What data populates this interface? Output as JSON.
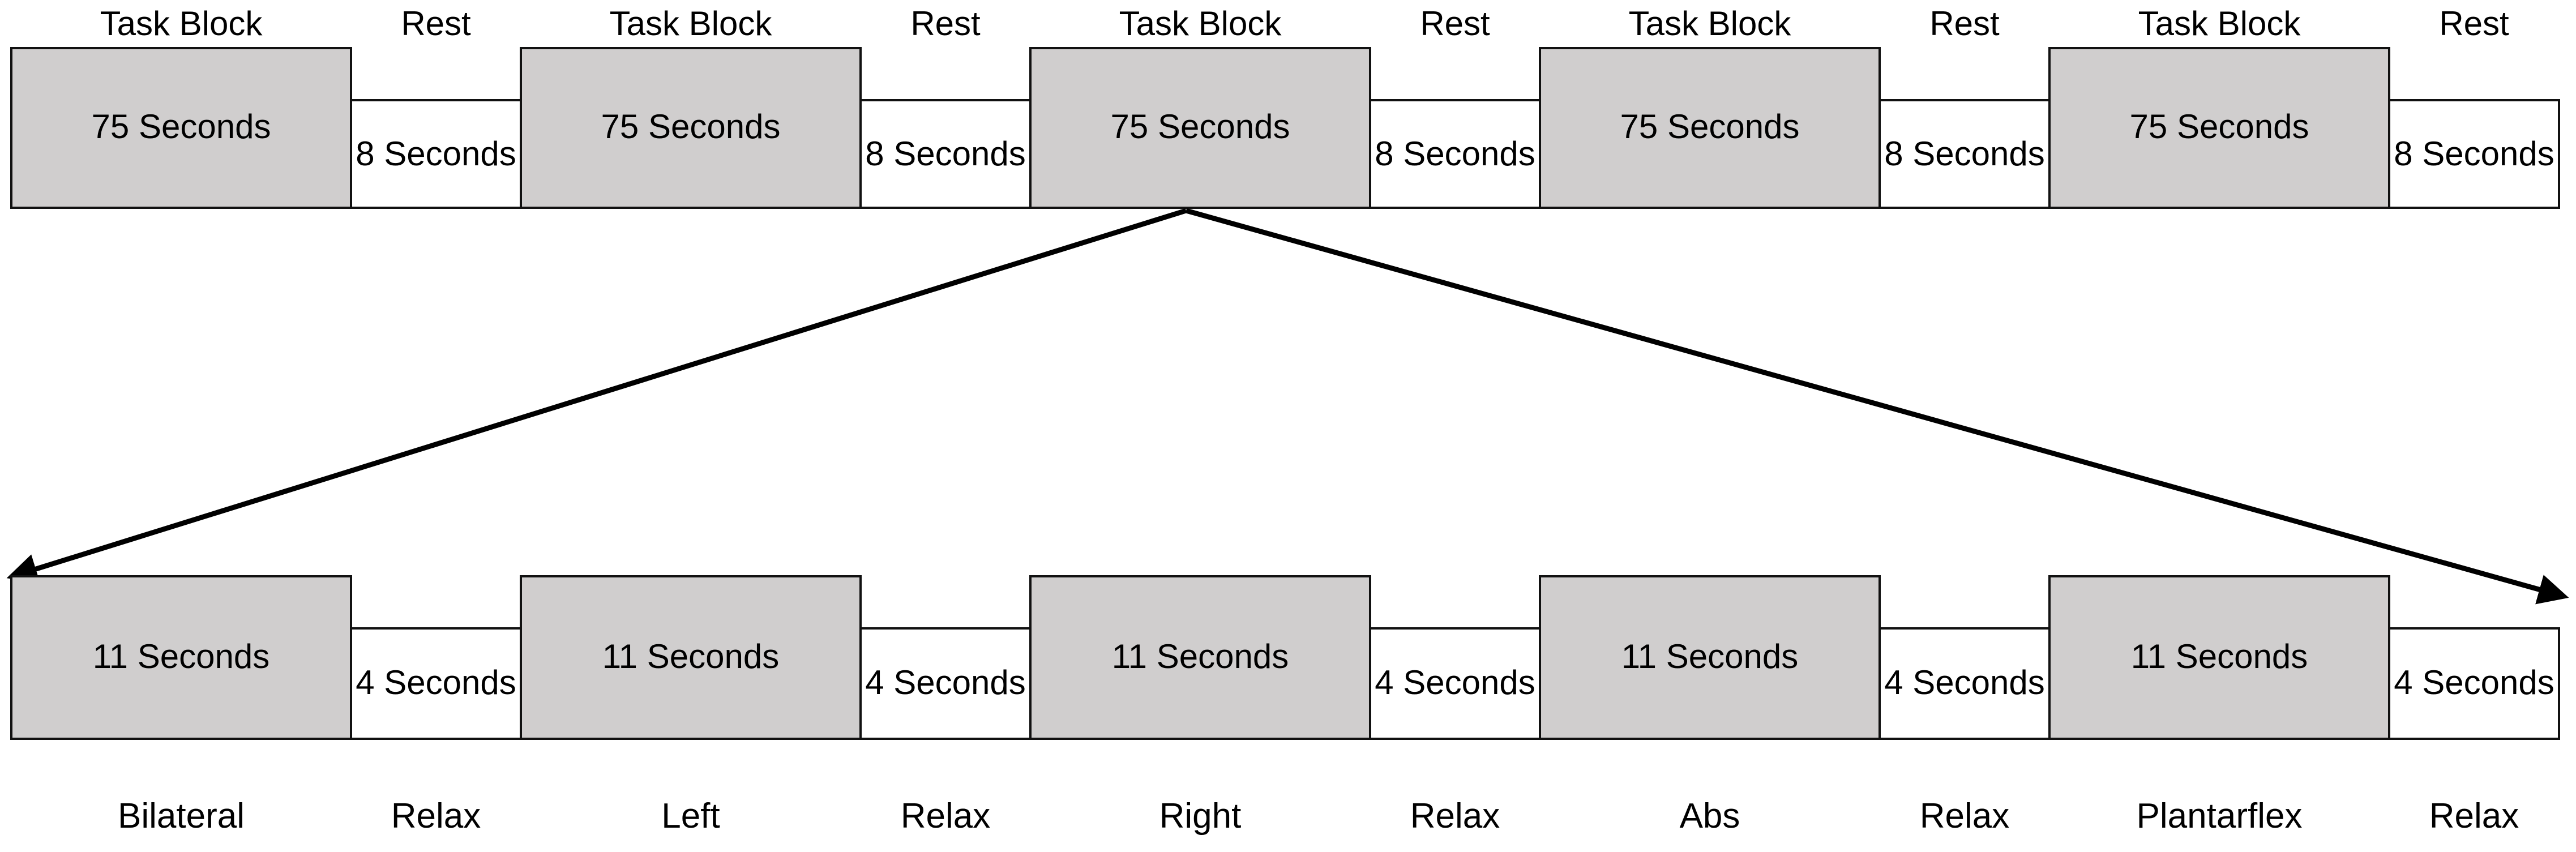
{
  "colors": {
    "task_fill": "#d0cece",
    "rest_fill": "#ffffff",
    "stroke": "#111111"
  },
  "top_row": {
    "blocks": [
      {
        "header": "Task Block",
        "duration": "75 Seconds",
        "kind": "task"
      },
      {
        "header": "Rest",
        "duration": "8 Seconds",
        "kind": "rest"
      },
      {
        "header": "Task Block",
        "duration": "75 Seconds",
        "kind": "task"
      },
      {
        "header": "Rest",
        "duration": "8 Seconds",
        "kind": "rest"
      },
      {
        "header": "Task Block",
        "duration": "75 Seconds",
        "kind": "task"
      },
      {
        "header": "Rest",
        "duration": "8 Seconds",
        "kind": "rest"
      },
      {
        "header": "Task Block",
        "duration": "75 Seconds",
        "kind": "task"
      },
      {
        "header": "Rest",
        "duration": "8 Seconds",
        "kind": "rest"
      },
      {
        "header": "Task Block",
        "duration": "75 Seconds",
        "kind": "task"
      },
      {
        "header": "Rest",
        "duration": "8 Seconds",
        "kind": "rest"
      }
    ]
  },
  "bottom_row": {
    "blocks": [
      {
        "duration": "11 Seconds",
        "label": "Bilateral",
        "kind": "task"
      },
      {
        "duration": "4 Seconds",
        "label": "Relax",
        "kind": "rest"
      },
      {
        "duration": "11 Seconds",
        "label": "Left",
        "kind": "task"
      },
      {
        "duration": "4 Seconds",
        "label": "Relax",
        "kind": "rest"
      },
      {
        "duration": "11 Seconds",
        "label": "Right",
        "kind": "task"
      },
      {
        "duration": "4 Seconds",
        "label": "Relax",
        "kind": "rest"
      },
      {
        "duration": "11 Seconds",
        "label": "Abs",
        "kind": "task"
      },
      {
        "duration": "4 Seconds",
        "label": "Relax",
        "kind": "rest"
      },
      {
        "duration": "11 Seconds",
        "label": "Plantarflex",
        "kind": "task"
      },
      {
        "duration": "4 Seconds",
        "label": "Relax",
        "kind": "rest"
      }
    ]
  }
}
